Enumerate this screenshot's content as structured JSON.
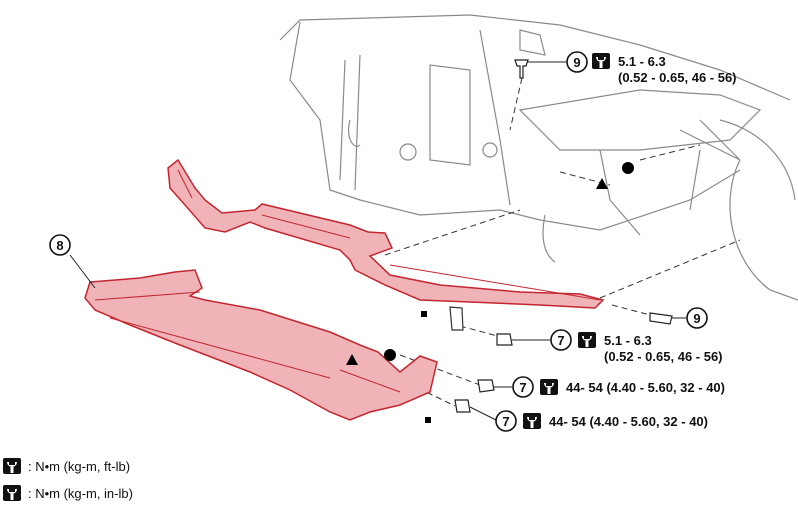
{
  "diagram": {
    "part_callouts": [
      {
        "id": "upper-bolt-callout",
        "number": "9"
      },
      {
        "id": "reinforcement-callout",
        "number": "8"
      },
      {
        "id": "side-bolt-callout",
        "number": "9"
      },
      {
        "id": "bracket-bolt-callout",
        "number": "7"
      },
      {
        "id": "nut-callout",
        "number": "7"
      },
      {
        "id": "lower-bolt-callout",
        "number": "7"
      }
    ],
    "torque_specs": [
      {
        "id": "upper",
        "line1": "5.1 - 6.3",
        "line2": "(0.52 - 0.65, 46 - 56)"
      },
      {
        "id": "bracket",
        "line1": "5.1 - 6.3",
        "line2": "(0.52 - 0.65, 46 - 56)"
      },
      {
        "id": "nut",
        "line1": "44- 54 (4.40 - 5.60, 32 - 40)"
      },
      {
        "id": "lower",
        "line1": "44- 54 (4.40 - 5.60, 32 - 40)"
      }
    ],
    "legend": [
      {
        "id": "ft-lb",
        "text": ": N•m  (kg-m,  ft-lb)"
      },
      {
        "id": "in-lb",
        "text": ": N•m  (kg-m,  in-lb)"
      }
    ],
    "colors": {
      "part_fill": "#f0b4b8",
      "part_stroke": "#c3262e",
      "line": "#333333"
    }
  }
}
